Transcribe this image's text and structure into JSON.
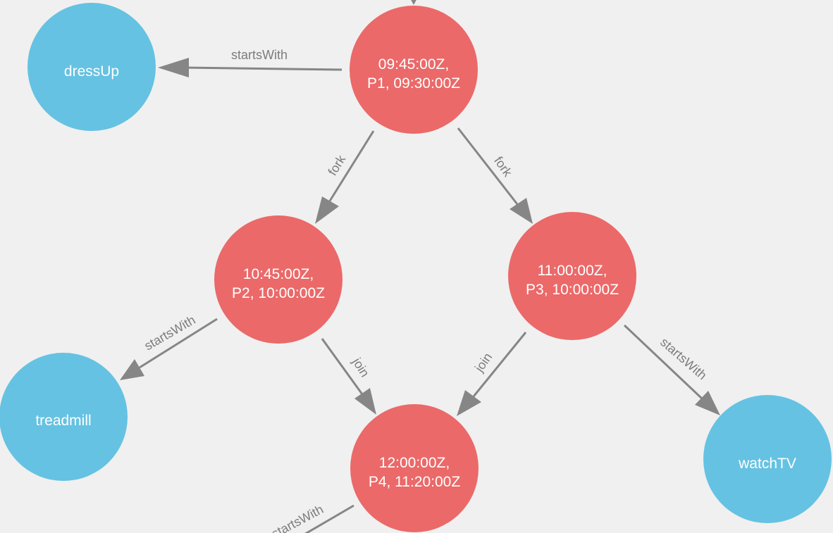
{
  "colors": {
    "event": "#eb6969",
    "activity": "#65c2e2",
    "edge": "#868686",
    "edge_label": "#7c7c7c",
    "background": "#f0f0f0"
  },
  "nodes": {
    "n1": {
      "kind": "event",
      "line1": "09:45:00Z,",
      "line2": "P1, 09:30:00Z"
    },
    "n2": {
      "kind": "event",
      "line1": "10:45:00Z,",
      "line2": "P2, 10:00:00Z"
    },
    "n3": {
      "kind": "event",
      "line1": "11:00:00Z,",
      "line2": "P3, 10:00:00Z"
    },
    "n4": {
      "kind": "event",
      "line1": "12:00:00Z,",
      "line2": "P4, 11:20:00Z"
    },
    "dressUp": {
      "kind": "activity",
      "label": "dressUp"
    },
    "treadmill": {
      "kind": "activity",
      "label": "treadmill"
    },
    "watchTV": {
      "kind": "activity",
      "label": "watchTV"
    }
  },
  "edges": {
    "e1": {
      "label": "startsWith",
      "from": "n1",
      "to": "dressUp"
    },
    "e2": {
      "label": "fork",
      "from": "n1",
      "to": "n2"
    },
    "e3": {
      "label": "fork",
      "from": "n1",
      "to": "n3"
    },
    "e4": {
      "label": "startsWith",
      "from": "n2",
      "to": "treadmill"
    },
    "e5": {
      "label": "join",
      "from": "n2",
      "to": "n4"
    },
    "e6": {
      "label": "join",
      "from": "n3",
      "to": "n4"
    },
    "e7": {
      "label": "startsWith",
      "from": "n3",
      "to": "watchTV"
    },
    "e8": {
      "label": "startsWith",
      "from": "n4",
      "to": ""
    },
    "e9": {
      "label": "",
      "from": "",
      "to": "n1"
    }
  }
}
